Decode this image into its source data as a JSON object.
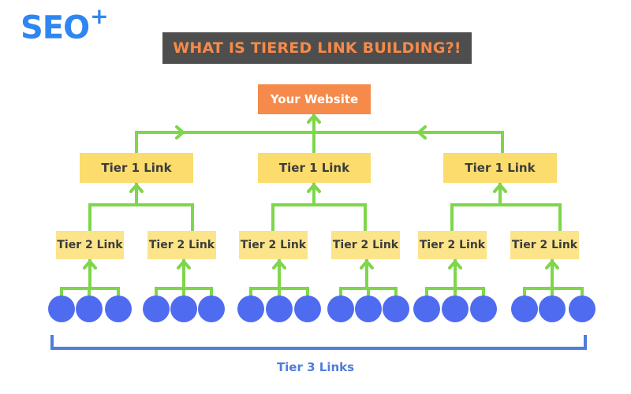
{
  "brand": {
    "name": "SEO",
    "mark": "+"
  },
  "title": "WHAT IS TIERED LINK BUILDING?!",
  "website_label": "Your Website",
  "tier1": [
    "Tier 1 Link",
    "Tier 1 Link",
    "Tier 1 Link"
  ],
  "tier2": [
    "Tier 2 Link",
    "Tier 2 Link",
    "Tier 2 Link",
    "Tier 2 Link",
    "Tier 2 Link",
    "Tier 2 Link"
  ],
  "tier3": {
    "label": "Tier 3 Links",
    "groups": 6,
    "per_group": 3
  },
  "colors": {
    "connector": "#7ed64a",
    "tier3_node": "#4f6cf0",
    "bracket": "#4f7ddb",
    "website": "#f58a4a",
    "tier1": "#fbdc6c",
    "tier2": "#fbe48a",
    "banner_bg": "#4e4e4e",
    "banner_text": "#f58a4a",
    "logo": "#2f86f0"
  }
}
